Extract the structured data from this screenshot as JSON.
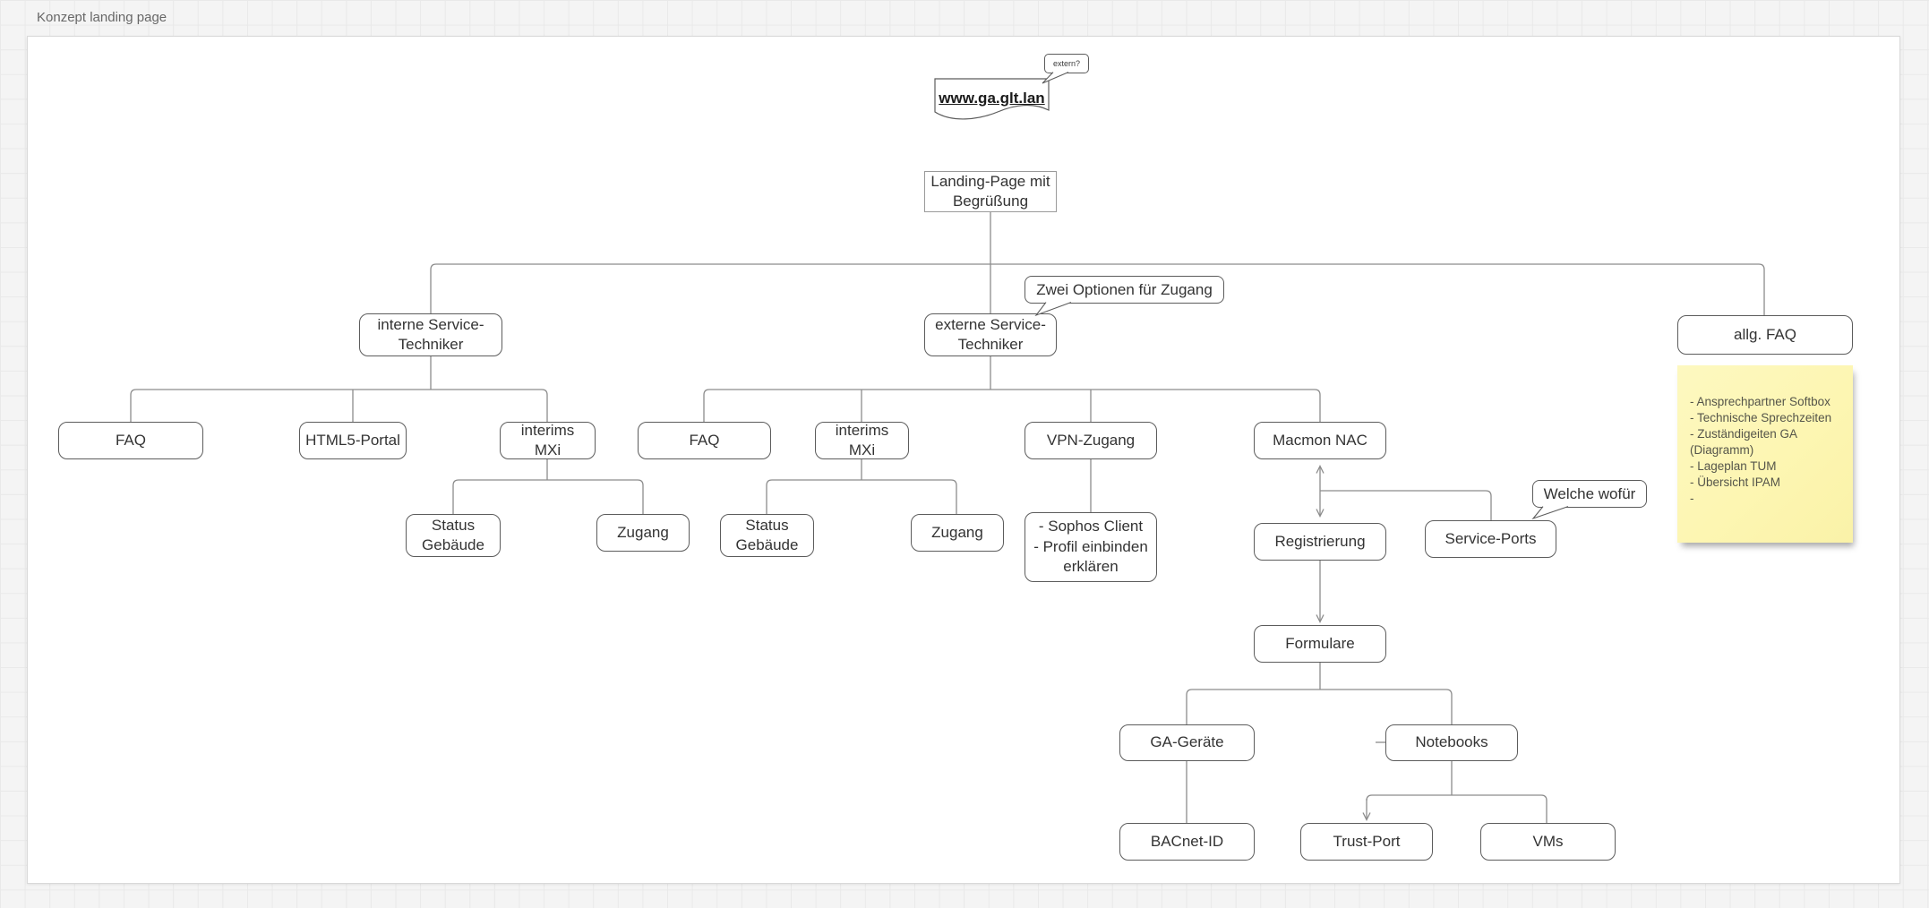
{
  "app": {
    "page_label": "Konzept landing page"
  },
  "colors": {
    "note_bg": "#FDF6B2",
    "canvas_bg": "#FFFFFF",
    "node_border": "#5C5C5C",
    "edge": "#8C8C8C"
  },
  "nodes": {
    "extern_question": "extern?",
    "url": "www.ga.glt.lan",
    "landing_page": "Landing-Page mit Begrüßung",
    "zwei_optionen": "Zwei Optionen für Zugang",
    "interne_service_techniker": "interne Service-Techniker",
    "externe_service_techniker": "externe Service-Techniker",
    "allg_faq": "allg. FAQ",
    "faq_intern": "FAQ",
    "html5_portal": "HTML5-Portal",
    "interims_mxi_intern": "interims MXi",
    "faq_extern": "FAQ",
    "interims_mxi_extern": "interims MXi",
    "vpn_zugang": "VPN-Zugang",
    "macmon_nac": "Macmon NAC",
    "status_gebaeude_intern": "Status Gebäude",
    "zugang_intern": "Zugang",
    "status_gebaeude_extern": "Status Gebäude",
    "zugang_extern": "Zugang",
    "sophos_lines": [
      "- Sophos Client",
      "- Profil einbinden",
      "erklären"
    ],
    "registrierung": "Registrierung",
    "service_ports": "Service-Ports",
    "welche_wofuer": "Welche wofür",
    "formulare": "Formulare",
    "ga_geraete": "GA-Geräte",
    "notebooks": "Notebooks",
    "bacnet_id": "BACnet-ID",
    "trust_port": "Trust-Port",
    "vms": "VMs"
  },
  "note": {
    "lines": [
      "- Ansprechpartner Softbox",
      "- Technische Sprechzeiten",
      "- Zuständigeiten GA",
      "(Diagramm)",
      "- Lageplan TUM",
      "- Übersicht IPAM",
      "-"
    ]
  }
}
